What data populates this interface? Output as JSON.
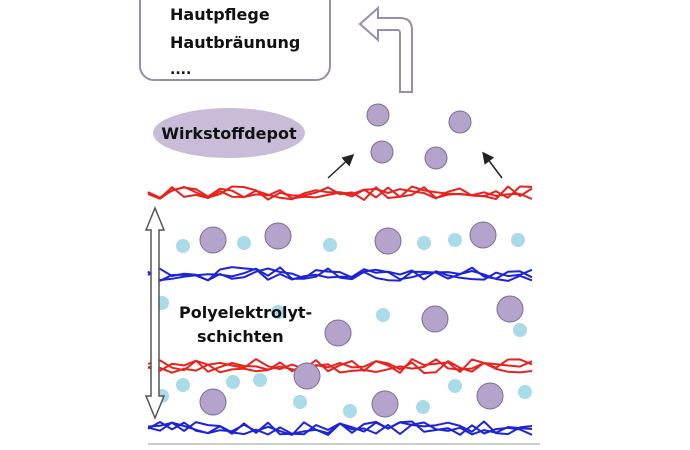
{
  "benefits": {
    "lines": [
      "Hautpflege",
      "Hautbräunung",
      "...."
    ]
  },
  "depot_label": "Wirkstoffdepot",
  "layers_label": {
    "line1": "Polyelektrolyt-",
    "line2": "schichten"
  },
  "colors": {
    "polycation": "#e8231e",
    "polyanion": "#1d24d6",
    "active_particle": "#b4a4cc",
    "active_particle_stroke": "#7d6a99",
    "small_particle": "#a9dbe8",
    "depot_ellipse": "#c8bcd8",
    "box_stroke": "#9a8cae",
    "arrow": "#222222"
  }
}
